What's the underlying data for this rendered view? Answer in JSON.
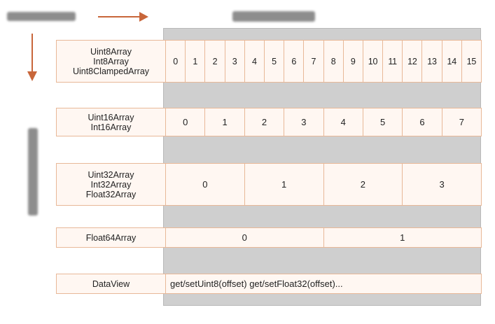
{
  "rows": [
    {
      "types": [
        "Uint8Array",
        "Int8Array",
        "Uint8ClampedArray"
      ],
      "cells": [
        "0",
        "1",
        "2",
        "3",
        "4",
        "5",
        "6",
        "7",
        "8",
        "9",
        "10",
        "11",
        "12",
        "13",
        "14",
        "15"
      ]
    },
    {
      "types": [
        "Uint16Array",
        "Int16Array"
      ],
      "cells": [
        "0",
        "1",
        "2",
        "3",
        "4",
        "5",
        "6",
        "7"
      ]
    },
    {
      "types": [
        "Uint32Array",
        "Int32Array",
        "Float32Array"
      ],
      "cells": [
        "0",
        "1",
        "2",
        "3"
      ]
    },
    {
      "types": [
        "Float64Array"
      ],
      "cells": [
        "0",
        "1"
      ]
    }
  ],
  "dataview": {
    "label": "DataView",
    "methods": "get/setUint8(offset) get/setFloat32(offset)..."
  },
  "colors": {
    "accent": "#c8663a",
    "cell_bg": "#fff7f2",
    "cell_border": "#e8b898",
    "buffer_bg": "#cfcfcf"
  }
}
